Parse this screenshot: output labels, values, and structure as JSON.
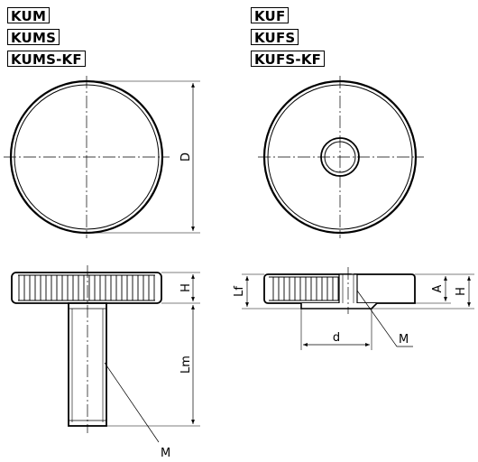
{
  "left_models": [
    "KUM",
    "KUMS",
    "KUMS-KF"
  ],
  "right_models": [
    "KUF",
    "KUFS",
    "KUFS-KF"
  ],
  "dims": {
    "D": "D",
    "H_left": "H",
    "Lm": "Lm",
    "M_left": "M",
    "Lf": "Lf",
    "A": "A",
    "H_right": "H",
    "d": "d",
    "M_right": "M"
  }
}
